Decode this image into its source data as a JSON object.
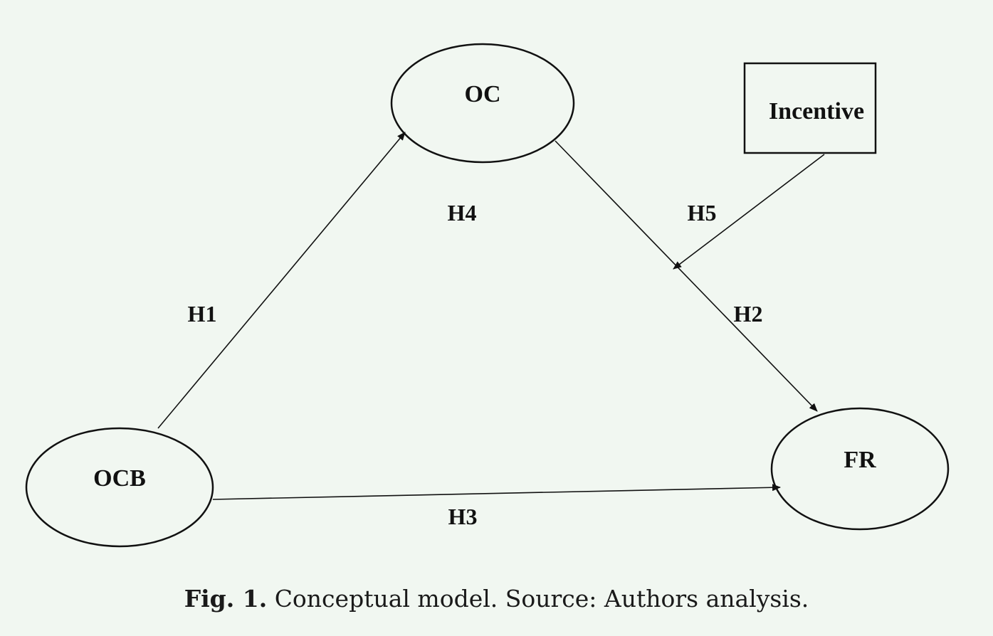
{
  "nodes": {
    "oc": {
      "label": "OC"
    },
    "ocb": {
      "label": "OCB"
    },
    "fr": {
      "label": "FR"
    },
    "incentive": {
      "label": "Incentive"
    }
  },
  "hypotheses": {
    "h1": "H1",
    "h2": "H2",
    "h3": "H3",
    "h4": "H4",
    "h5": "H5"
  },
  "caption": {
    "label": "Fig. 1.",
    "text": "Conceptual model. Source: Authors analysis."
  }
}
